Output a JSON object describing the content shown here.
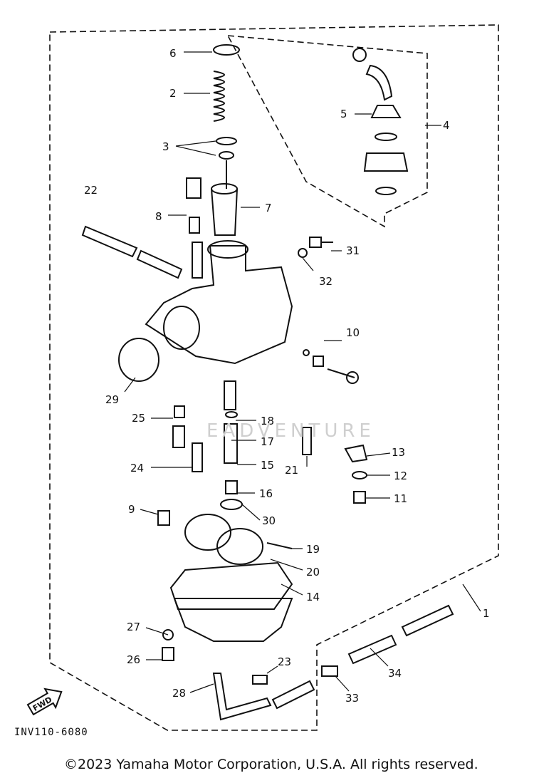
{
  "diagram": {
    "part_labels": [
      "1",
      "2",
      "3",
      "4",
      "5",
      "6",
      "7",
      "8",
      "9",
      "10",
      "11",
      "12",
      "13",
      "14",
      "15",
      "16",
      "17",
      "18",
      "19",
      "20",
      "21",
      "22",
      "23",
      "24",
      "25",
      "26",
      "27",
      "28",
      "29",
      "30",
      "31",
      "32",
      "33",
      "34"
    ],
    "fwd_badge": "FWD",
    "reference_code": "INV110-6080",
    "watermark": "EADVENTURE"
  },
  "footer": {
    "copyright": "©2023 Yamaha Motor Corporation, U.S.A. All rights reserved."
  }
}
